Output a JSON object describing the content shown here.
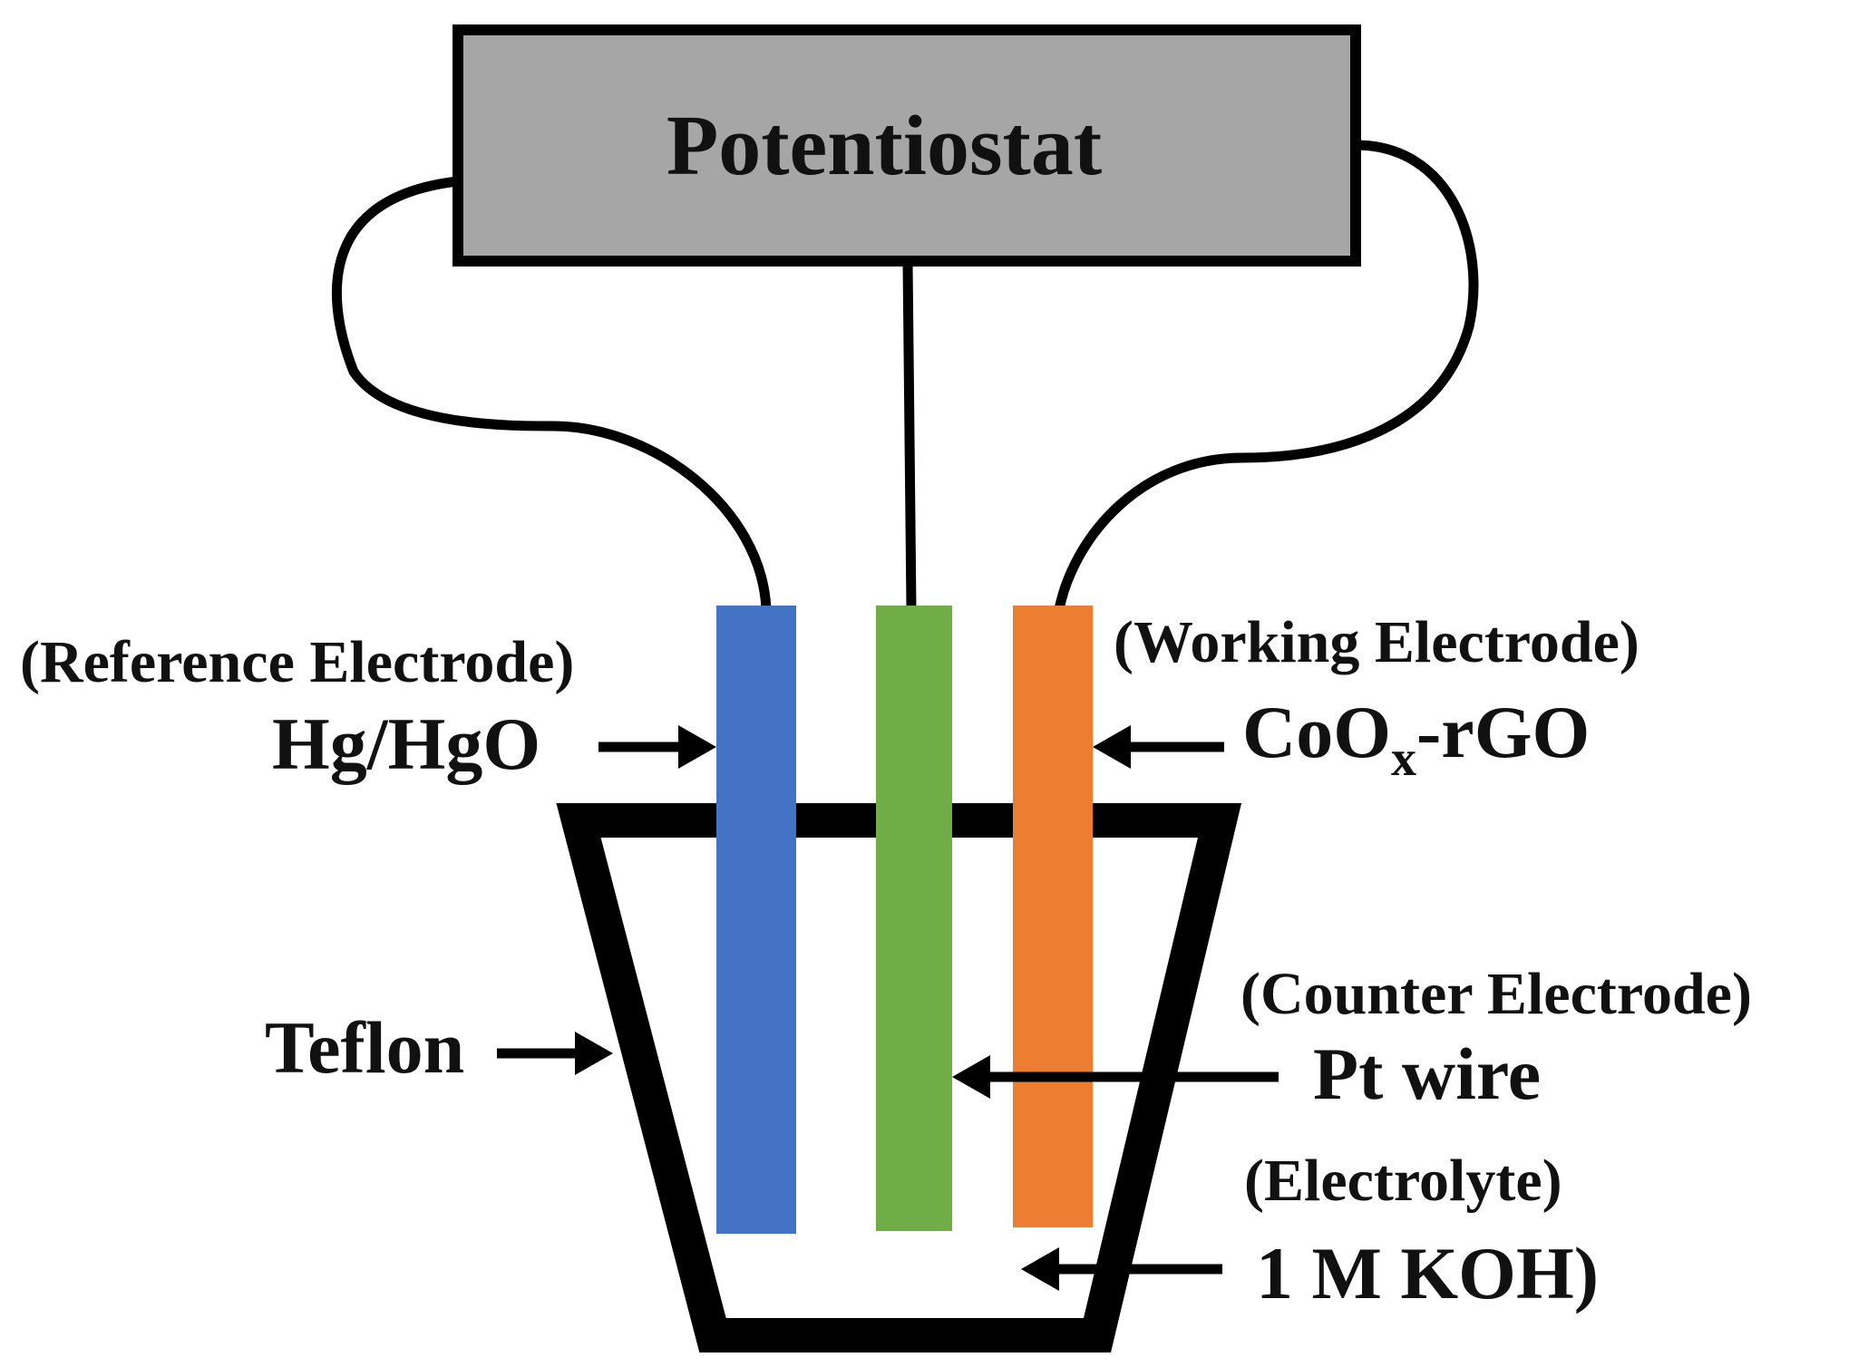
{
  "potentiostat": {
    "label": "Potentiostat"
  },
  "reference": {
    "role": "(Reference Electrode)",
    "material": "Hg/HgO"
  },
  "working": {
    "role": "(Working Electrode)",
    "material_main": "CoO",
    "material_sub": "x",
    "material_suffix": "-rGO"
  },
  "counter": {
    "role": "(Counter Electrode)",
    "material": "Pt wire"
  },
  "cell": {
    "label": "Teflon"
  },
  "electrolyte": {
    "role": "(Electrolyte)",
    "material": "1 M KOH)"
  },
  "colors": {
    "potentiostat_fill": "#a6a6a6",
    "reference_electrode": "#4472c4",
    "counter_electrode": "#70ad47",
    "working_electrode": "#ed7d31",
    "outline": "#000000"
  }
}
